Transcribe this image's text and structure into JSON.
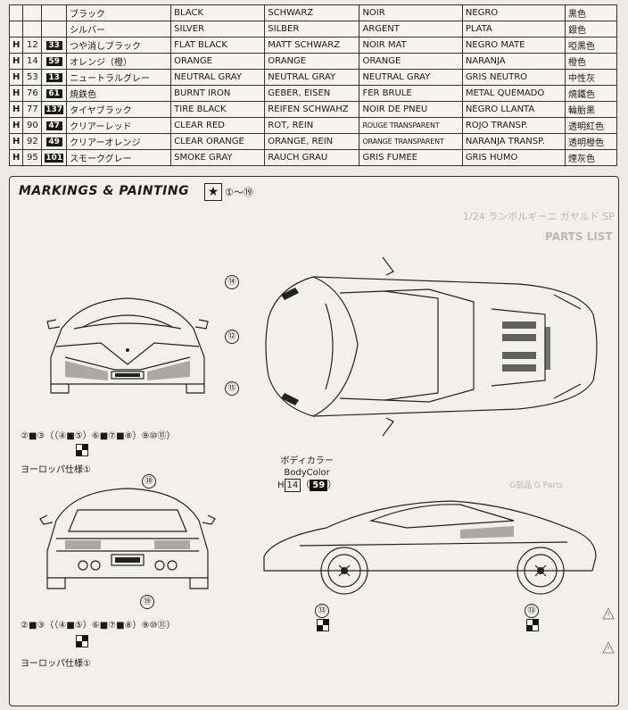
{
  "color_table": [
    {
      "h": "",
      "num": "",
      "jp": "ブラック",
      "en": "BLACK",
      "de": "SCHWARZ",
      "fr": "NOIR",
      "es": "NEGRO",
      "cn": "黒色"
    },
    {
      "h": "",
      "num": "",
      "jp": "シルバー",
      "en": "SILVER",
      "de": "SILBER",
      "fr": "ARGENT",
      "es": "PLATA",
      "cn": "銀色"
    },
    {
      "h": "12",
      "num": "33",
      "jp": "つや消しブラック",
      "en": "FLAT BLACK",
      "de": "MATT SCHWARZ",
      "fr": "NOIR MAT",
      "es": "NEGRO MATE",
      "cn": "啞黒色"
    },
    {
      "h": "14",
      "num": "59",
      "jp": "オレンジ（橙）",
      "en": "ORANGE",
      "de": "ORANGE",
      "fr": "ORANGE",
      "es": "NARANJA",
      "cn": "橙色"
    },
    {
      "h": "53",
      "num": "13",
      "jp": "ニュートラルグレー",
      "en": "NEUTRAL GRAY",
      "de": "NEUTRAL GRAY",
      "fr": "NEUTRAL GRAY",
      "es": "GRIS NEUTRO",
      "cn": "中性灰"
    },
    {
      "h": "76",
      "num": "61",
      "jp": "焼鉄色",
      "en": "BURNT IRON",
      "de": "GEBER, EISEN",
      "fr": "FER BRULE",
      "es": "METAL QUEMADO",
      "cn": "燒鐵色"
    },
    {
      "h": "77",
      "num": "137",
      "jp": "タイヤブラック",
      "en": "TIRE BLACK",
      "de": "REIFEN SCHWAHZ",
      "fr": "NOIR DE PNEU",
      "es": "NEGRO LLANTA",
      "cn": "輪胎黒"
    },
    {
      "h": "90",
      "num": "47",
      "jp": "クリアーレッド",
      "en": "CLEAR RED",
      "de": "ROT, REIN",
      "fr": "ROUGE TRANSPARENT",
      "es": "ROJO TRANSP.",
      "cn": "透明紅色"
    },
    {
      "h": "92",
      "num": "49",
      "jp": "クリアーオレンジ",
      "en": "CLEAR ORANGE",
      "de": "ORANGE, REIN",
      "fr": "ORANGE TRANSPARENT",
      "es": "NARANJA TRANSP.",
      "cn": "透明橙色"
    },
    {
      "h": "95",
      "num": "101",
      "jp": "スモークグレー",
      "en": "SMOKE  GRAY",
      "de": "RAUCH GRAU",
      "fr": "GRIS FUMEE",
      "es": "GRIS  HUMO",
      "cn": "煙灰色"
    }
  ],
  "h_prefix": "H",
  "panel": {
    "title": "MARKINGS & PAINTING",
    "star": "★",
    "range": "①～⑲",
    "body_color_jp": "ボディカラー",
    "body_color_en": "BodyColor",
    "body_color_h": "H",
    "body_color_hnum": "14",
    "body_color_num": "59",
    "front_sequence": "②■③（（④■⑤）⑥■⑦■⑧）⑨⑩⑪）",
    "rear_sequence": "②■③（（④■⑤）⑥■⑦■⑧）⑨⑩⑪）",
    "europe_spec": "ヨーロッパ仕様①",
    "callouts": {
      "c14": "⑭",
      "c12": "⑫",
      "c15": "⑮",
      "c18": "⑱",
      "c19": "⑲",
      "c13a": "⑬",
      "c13b": "⑬"
    },
    "scale_text": "1/24 ランボルギーニ ガヤルド SP",
    "parts_label": "PARTS LIST",
    "g_parts": "G部品 G Parts"
  }
}
